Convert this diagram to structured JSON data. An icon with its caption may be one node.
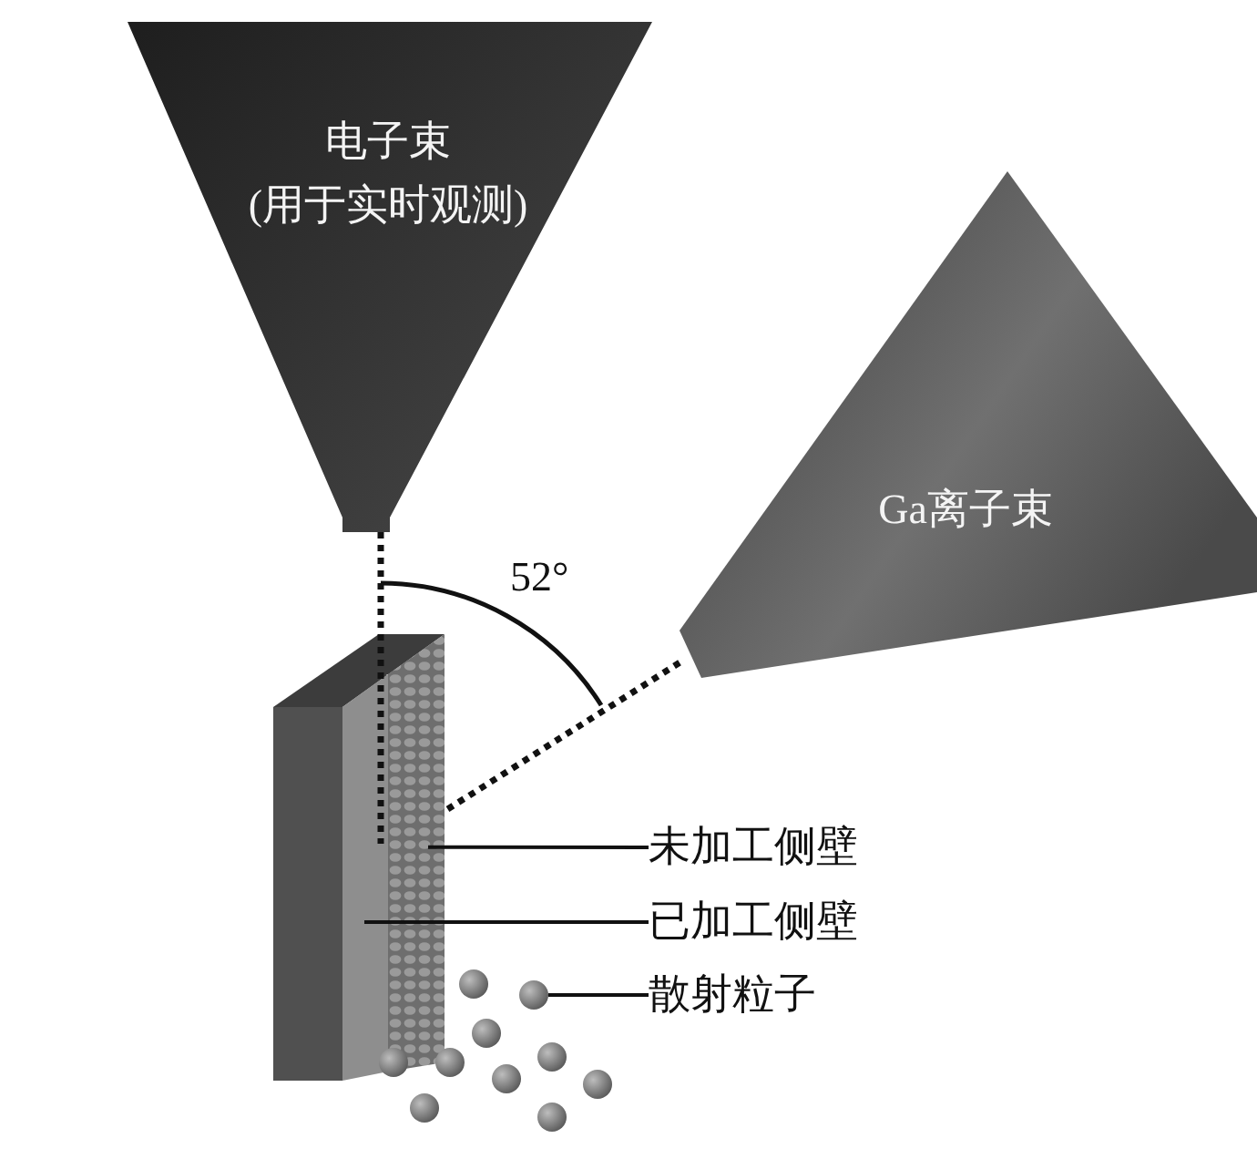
{
  "diagram": {
    "nodes": [
      {
        "text": [
          "电子束",
          "(用于实时观测)"
        ]
      },
      {
        "text": [
          "Ga离子束"
        ]
      },
      {
        "text": [],
        "shape": "box"
      },
      {
        "text": [],
        "shape": "box",
        "in": 2
      },
      {
        "text": [],
        "shape": "box",
        "in": 2
      },
      {
        "text": [],
        "shape": "circle"
      },
      {
        "text": [
          "未加工侧壁"
        ]
      },
      {
        "text": [
          "已加工侧壁"
        ]
      },
      {
        "text": [
          "散射粒子"
        ]
      }
    ],
    "edges": [
      {
        "from": 0,
        "to": 3,
        "arrow": "none",
        "style": "dashed"
      },
      {
        "from": 1,
        "to": 4,
        "arrow": "none",
        "style": "dashed"
      },
      {
        "from": 6,
        "to": 4,
        "arrow": "none"
      },
      {
        "from": 7,
        "to": 3,
        "arrow": "none"
      },
      {
        "from": 8,
        "to": 5,
        "arrow": "none"
      }
    ],
    "labels": [
      "52°"
    ]
  }
}
